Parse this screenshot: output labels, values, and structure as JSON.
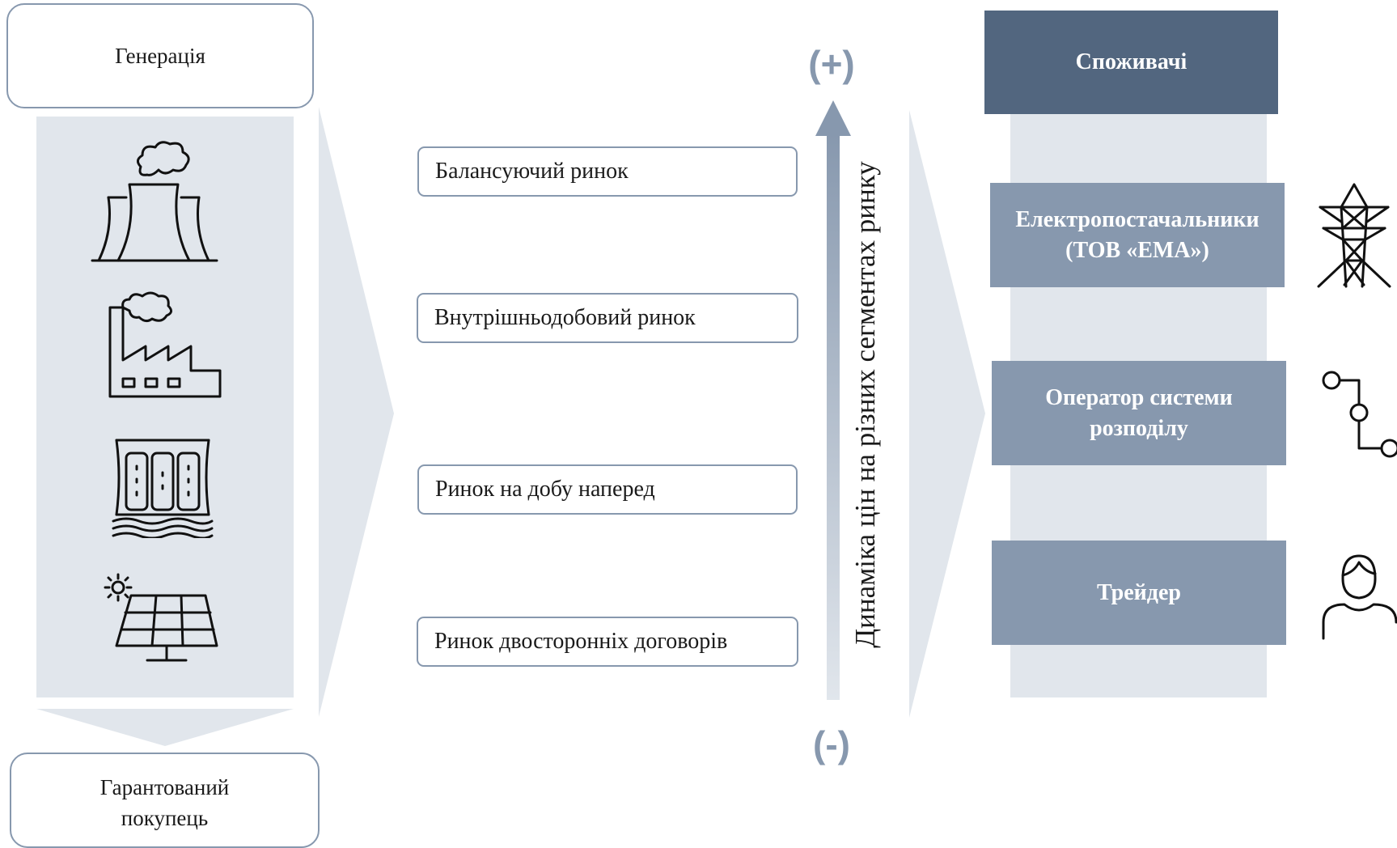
{
  "generation": {
    "title": "Генерація",
    "icons": [
      "cooling-tower-power-plant-icon",
      "factory-icon",
      "hydro-dam-icon",
      "solar-panel-icon"
    ]
  },
  "guaranteed_buyer": {
    "label": "Гарантований покупець"
  },
  "markets": [
    {
      "label": "Балансуючий ринок"
    },
    {
      "label": "Внутрішньодобовий ринок"
    },
    {
      "label": "Ринок на добу наперед"
    },
    {
      "label": "Ринок двосторонніх договорів"
    }
  ],
  "price_axis": {
    "top_label": "(+)",
    "bottom_label": "(-)",
    "caption": "Динаміка цін на різних сегментах ринку"
  },
  "participants": {
    "consumers": "Споживачі",
    "supplier_line1": "Електропостачальники",
    "supplier_line2": "(ТОВ «ЕМА»)",
    "operator_line1": "Оператор системи",
    "operator_line2": "розподілу",
    "trader": "Трейдер",
    "icons": [
      "transmission-tower-icon",
      "network-nodes-icon",
      "person-icon"
    ]
  },
  "colors": {
    "dark_blue": "#52667f",
    "medium_blue": "#8798ae",
    "light_gray": "#e1e6ec",
    "border": "#8798ae"
  }
}
